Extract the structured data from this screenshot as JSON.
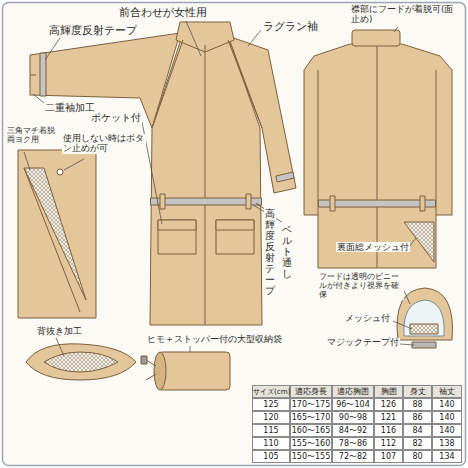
{
  "diagram": {
    "labels": [
      "前合わせが女性用",
      "ラグラン袖",
      "襟部にフードが着脱可(面止め)",
      "高輝度反射テープ",
      "二重袖加工",
      "ポケット付",
      "三角マチ着脱両ヨク用",
      "使用しない時はボタン止めが可",
      "高輝度反射テープ",
      "ベルト通し",
      "裏面総メッシュ付",
      "フードは透明のビニールが付きより視界を確保",
      "メッシュ付",
      "マジックテープ付",
      "背抜き加工",
      "ヒモ＋ストッパー付の大型収納袋",
      "サイズ(cm)",
      "適応身長",
      "適応胸囲",
      "胸囲",
      "身丈",
      "袖丈",
      "125",
      "170〜175",
      "96〜104",
      "126",
      "88",
      "140",
      "120",
      "165〜170",
      "90〜98",
      "121",
      "86",
      "140",
      "115",
      "160〜165",
      "84〜92",
      "116",
      "84",
      "140",
      "110",
      "155〜160",
      "78〜86",
      "112",
      "82",
      "138",
      "105",
      "150〜155",
      "72〜82",
      "107",
      "80",
      "134"
    ]
  }
}
